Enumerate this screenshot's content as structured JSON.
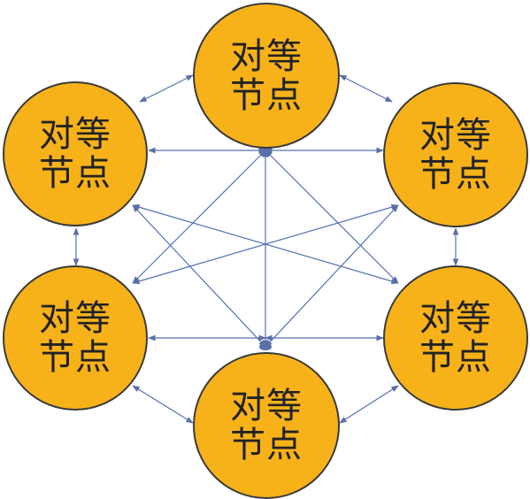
{
  "nodes": [
    {
      "id": "top",
      "line1": "对等",
      "line2": "节点"
    },
    {
      "id": "upper-left",
      "line1": "对等",
      "line2": "节点"
    },
    {
      "id": "upper-right",
      "line1": "对等",
      "line2": "节点"
    },
    {
      "id": "lower-left",
      "line1": "对等",
      "line2": "节点"
    },
    {
      "id": "lower-right",
      "line1": "对等",
      "line2": "节点"
    },
    {
      "id": "bottom",
      "line1": "对等",
      "line2": "节点"
    }
  ],
  "colors": {
    "node_fill": "#f7b21a",
    "node_border": "#3a3a3a",
    "edge": "#5470b3",
    "arrowhead": "#5b6fa8",
    "background": "#ffffff"
  }
}
